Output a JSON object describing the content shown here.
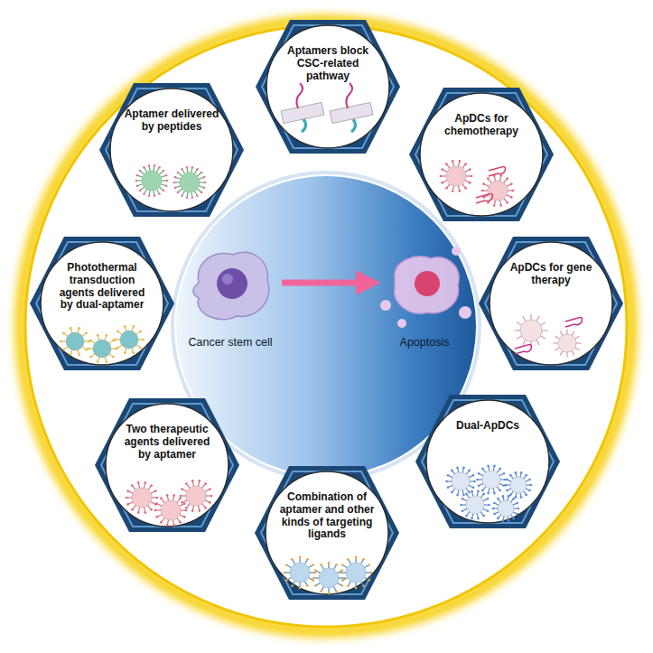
{
  "diagram": {
    "nodes": [
      {
        "text": [
          "Aptamers block CSC-related pathway"
        ]
      },
      {
        "text": [
          "ApDCs for chemotherapy"
        ]
      },
      {
        "text": [
          "ApDCs for gene therapy"
        ]
      },
      {
        "text": [
          "Dual-ApDCs"
        ]
      },
      {
        "text": [
          "Combination of aptamer and other kinds of targeting ligands"
        ]
      },
      {
        "text": [
          "Two therapeutic agents delivered by aptamer"
        ]
      },
      {
        "text": [
          "Photothermal transduction agents delivered by dual-aptamer"
        ]
      },
      {
        "text": [
          "Aptamer delivered by peptides"
        ]
      },
      {
        "text": [
          "Cancer stem cell"
        ]
      },
      {
        "text": [
          "Apoptosis"
        ]
      }
    ],
    "edges": [
      {
        "from": 8,
        "to": 9,
        "arrow": "to"
      }
    ]
  }
}
